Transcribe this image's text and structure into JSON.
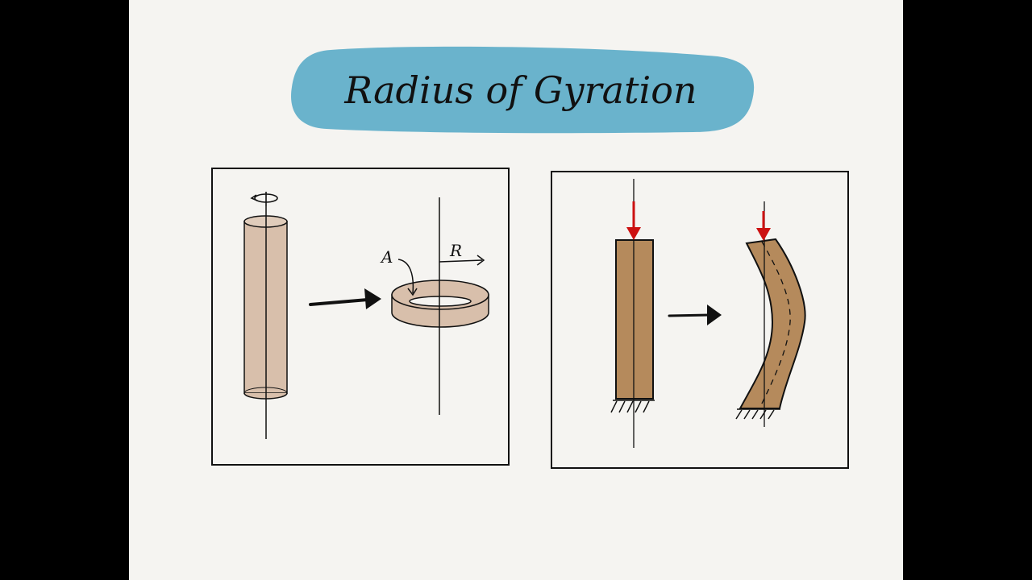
{
  "title": "Radius of Gyration",
  "labels": {
    "area": "A",
    "radius": "R"
  },
  "colors": {
    "page_background": "#f5f4f1",
    "letterbox": "#000000",
    "title_banner": "#6ab3cc",
    "cylinder_fill": "#d8bfab",
    "column_fill": "#b58a5c",
    "load_arrow": "#cc1111",
    "ink": "#111111"
  }
}
